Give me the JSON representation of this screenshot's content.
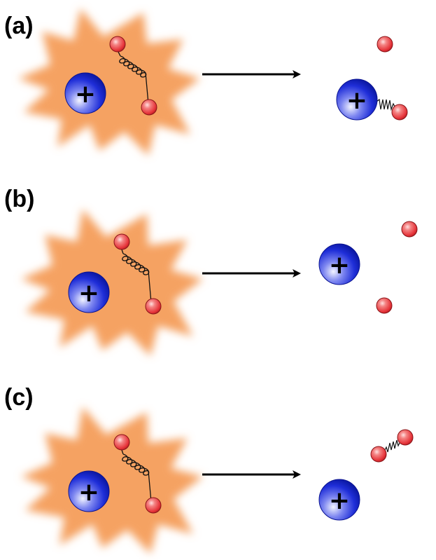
{
  "panels": [
    {
      "label": "(a)"
    },
    {
      "label": "(b)"
    },
    {
      "label": "(c)"
    }
  ],
  "ion_symbol": "+",
  "colors": {
    "burst": "#f5a262",
    "ion": "#1e2fd6",
    "atom": "#e8343a",
    "arrow": "#000000"
  }
}
